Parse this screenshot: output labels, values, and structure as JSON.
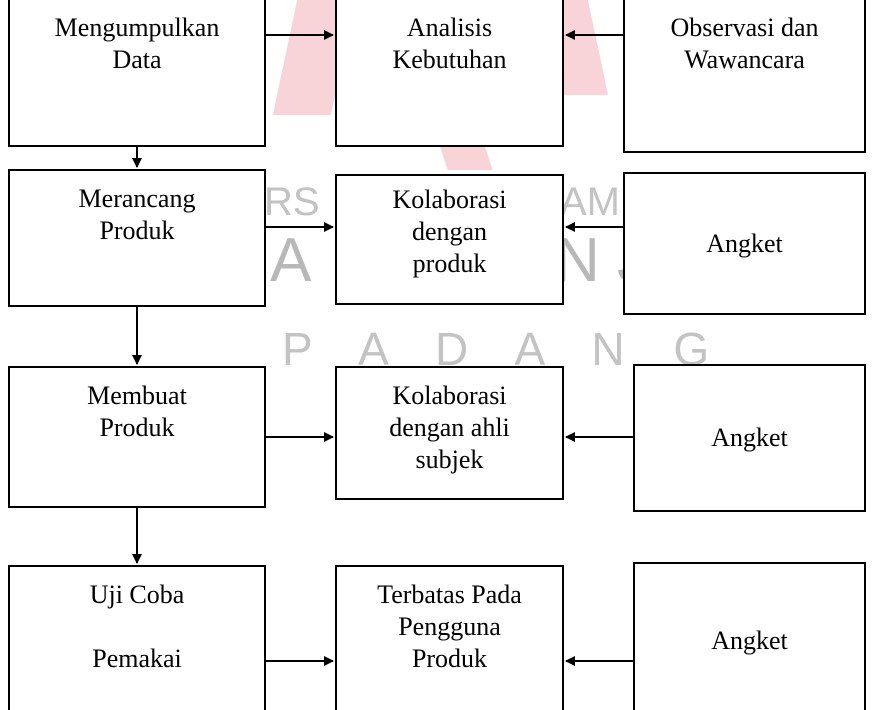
{
  "watermark": {
    "line1": "RS",
    "line1b": "AM",
    "line2": "A",
    "line2b": "N J",
    "line3": "P A D A N G",
    "color": "#f0a0aa"
  },
  "rows": [
    {
      "left": [
        "Mengumpulkan",
        "Data"
      ],
      "middle": [
        "Analisis",
        "Kebutuhan"
      ],
      "right": [
        "Observasi dan",
        "Wawancara"
      ]
    },
    {
      "left": [
        "Merancang",
        "Produk"
      ],
      "middle": [
        "Kolaborasi",
        "dengan",
        "produk"
      ],
      "right": [
        "Angket"
      ]
    },
    {
      "left": [
        "Membuat",
        "Produk"
      ],
      "middle": [
        "Kolaborasi",
        "dengan ahli",
        "subjek"
      ],
      "right": [
        "Angket"
      ]
    },
    {
      "left": [
        "Uji Coba",
        "Pemakai"
      ],
      "middle": [
        "Terbatas Pada",
        "Pengguna",
        "Produk"
      ],
      "right": [
        "Angket"
      ]
    }
  ]
}
